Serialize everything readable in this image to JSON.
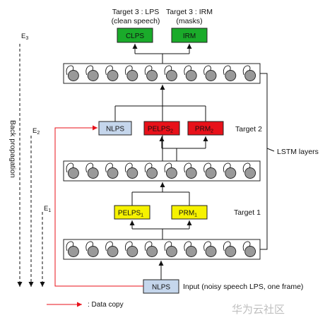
{
  "targets_top": {
    "lps_title": "Target 3 : LPS",
    "lps_sub": "(clean speech)",
    "irm_title": "Target 3 : IRM",
    "irm_sub": "(masks)"
  },
  "boxes": {
    "clps": "CLPS",
    "irm": "IRM",
    "nlps_mid": "NLPS",
    "pelps2": "PELPS",
    "pelps2_sub": "2",
    "prm2": "PRM",
    "prm2_sub": "2",
    "pelps1": "PELPS",
    "pelps1_sub": "1",
    "prm1": "PRM",
    "prm1_sub": "1",
    "nlps_input": "NLPS"
  },
  "labels": {
    "target2": "Target 2",
    "target1": "Target 1",
    "lstm_layers": "LSTM layers",
    "input": "Input (noisy speech LPS, one frame)",
    "back_propagation": "Back propagation",
    "e3": "E",
    "e3_sub": "3",
    "e2": "E",
    "e2_sub": "2",
    "e1": "E",
    "e1_sub": "1",
    "legend": ": Data copy",
    "watermark": "华为云社区"
  },
  "colors": {
    "green": "#1aab2a",
    "red": "#e8111a",
    "yellow": "#f6f200",
    "light_blue": "#c5d6ec",
    "data_copy": "#e8111a",
    "node_fill": "#999999"
  },
  "layers": {
    "nodes_per_layer": 10
  }
}
